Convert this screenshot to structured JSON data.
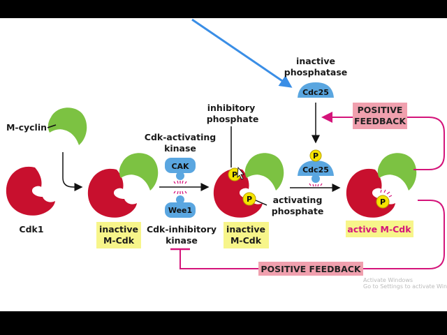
{
  "labels": {
    "m_cyclin": "M-cyclin",
    "cdk1": "Cdk1",
    "inactive_mcdk_1": [
      "inactive",
      "M-Cdk"
    ],
    "cdk_activating_kinase": [
      "Cdk-activating",
      "kinase"
    ],
    "cak": "CAK",
    "wee1": "Wee1",
    "cdk_inhibitory_kinase": [
      "Cdk-inhibitory",
      "kinase"
    ],
    "inhibitory_phosphate": [
      "inhibitory",
      "phosphate"
    ],
    "activating_phosphate": [
      "activating",
      "phosphate"
    ],
    "inactive_mcdk_2": [
      "inactive",
      "M-Cdk"
    ],
    "inactive_phosphatase": [
      "inactive",
      "phosphatase"
    ],
    "cdc25_inactive": "Cdc25",
    "cdc25_active": "Cdc25",
    "phosphate": "P",
    "active_mcdk": "active M-Cdk",
    "positive_feedback_top": [
      "POSITIVE",
      "FEEDBACK"
    ],
    "positive_feedback_bottom": "POSITIVE FEEDBACK"
  },
  "watermark": {
    "title": "Activate Windows",
    "subtitle": "Go to Settings to activate Windows."
  },
  "colors": {
    "cdk": "#c8102e",
    "cyclin": "#7cc242",
    "enzyme": "#5aa6e0",
    "phosphate": "#f5e400",
    "feedback": "#d4147a",
    "label_box": "#f7f58a",
    "feedback_box": "#f0a0ae",
    "signal_arrow": "#3a8ee6"
  }
}
